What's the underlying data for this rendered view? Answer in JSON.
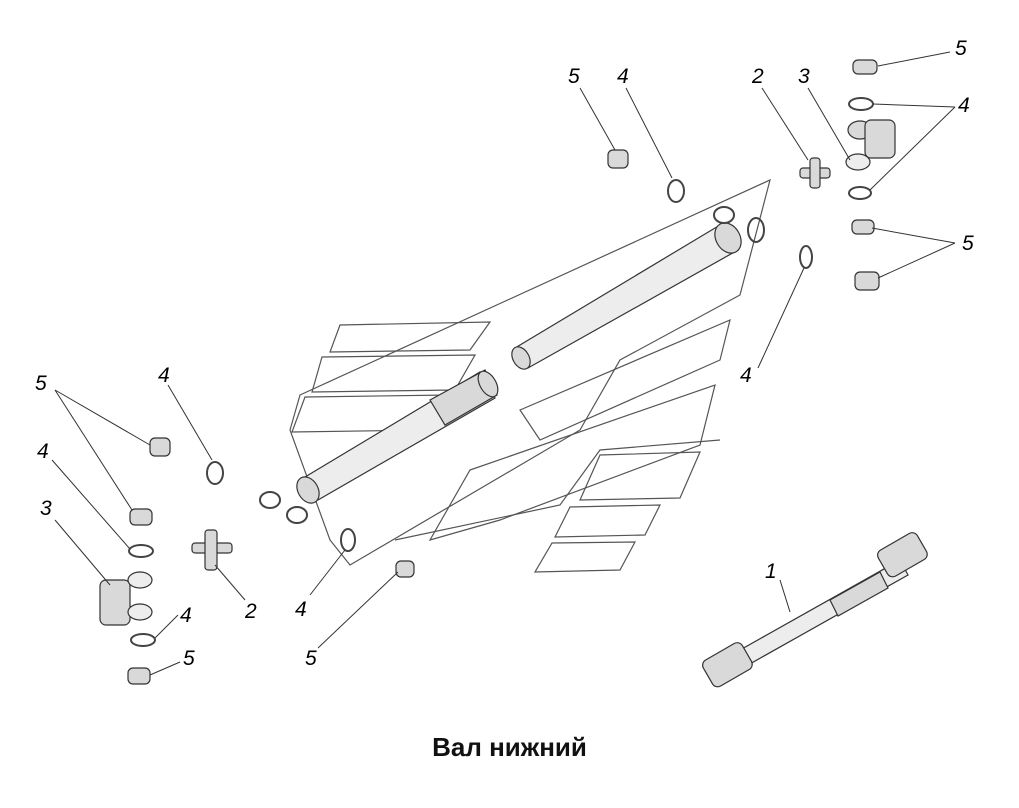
{
  "caption": "Вал нижний",
  "callouts": {
    "c5a": "5",
    "c4a": "4",
    "c2a": "2",
    "c3a": "3",
    "c5b": "5",
    "c4b": "4",
    "c5c": "5",
    "c4c": "4",
    "c5d": "5",
    "c4d": "4",
    "c3b": "3",
    "c4e": "4",
    "c5e": "5",
    "c2b": "2",
    "c4f": "4",
    "c5f": "5",
    "c1": "1"
  }
}
